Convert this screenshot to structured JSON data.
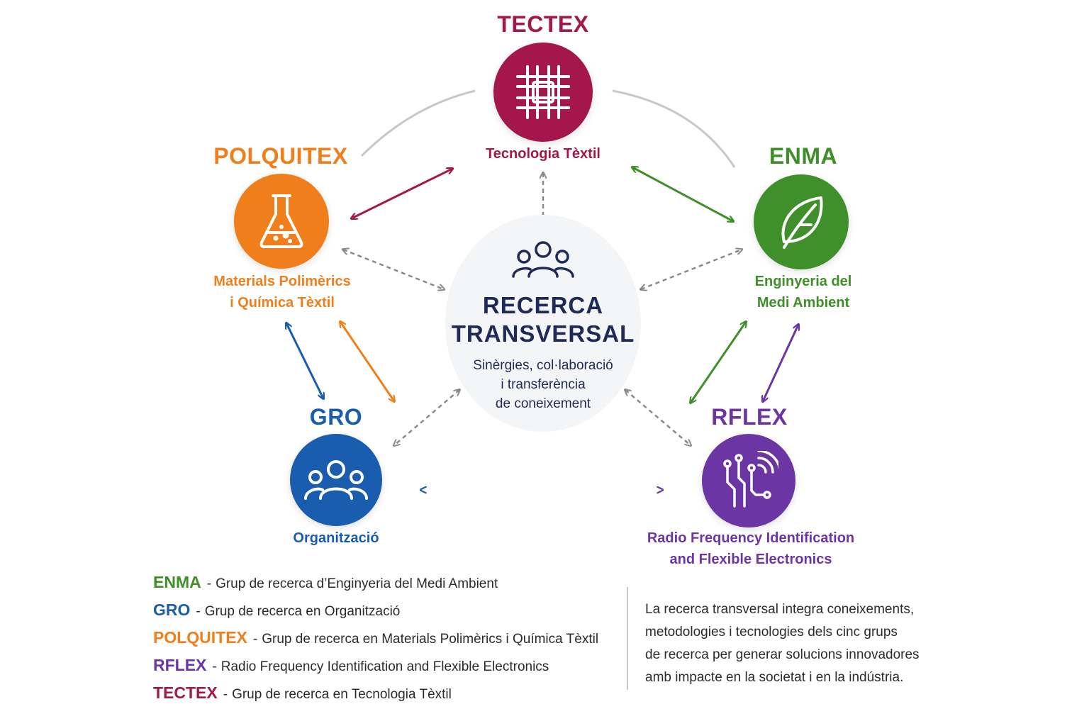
{
  "colors": {
    "tectex": "#a3174a",
    "polquitex": "#f07f1b",
    "enma": "#3f8f2a",
    "gro": "#1a5cad",
    "rflex": "#6b35a3",
    "center_text": "#1f2a56",
    "dashed_connector": "#8a8a8a",
    "arc": "#c8c8c8"
  },
  "groups": {
    "tectex": {
      "code": "TECTEX",
      "subtitle": [
        "Tecnologia Tèxtil"
      ],
      "icon": "textile-weave-icon"
    },
    "polquitex": {
      "code": "POLQUITEX",
      "subtitle": [
        "Materials Polimèrics",
        "i Química Tèxtil"
      ],
      "icon": "flask-icon"
    },
    "enma": {
      "code": "ENMA",
      "subtitle": [
        "Enginyeria del",
        "Medi Ambient"
      ],
      "icon": "leaf-icon"
    },
    "gro": {
      "code": "GRO",
      "subtitle": [
        "Organització"
      ],
      "icon": "people-group-icon"
    },
    "rflex": {
      "code": "RFLEX",
      "subtitle": [
        "Radio Frequency Identification",
        "and Flexible Electronics"
      ],
      "icon": "rfid-circuit-icon"
    }
  },
  "center": {
    "icon": "people-group-icon",
    "title": [
      "RECERCA",
      "TRANSVERSAL"
    ],
    "subtitle": [
      "Sinèrgies, col·laboració",
      "i transferència",
      "de coneixement"
    ]
  },
  "legend": [
    {
      "code": "ENMA",
      "desc": "Grup de recerca d’Enginyeria del Medi Ambient",
      "color_key": "enma"
    },
    {
      "code": "GRO",
      "desc": "Grup de recerca en Organització",
      "color_key": "gro"
    },
    {
      "code": "POLQUITEX",
      "desc": "Grup de recerca en Materials Polimèrics i Química Tèxtil",
      "color_key": "polquitex"
    },
    {
      "code": "RFLEX",
      "desc": "Radio Frequency Identification and Flexible Electronics",
      "color_key": "rflex"
    },
    {
      "code": "TECTEX",
      "desc": "Grup de recerca en Tecnologia Tèxtil",
      "color_key": "tectex"
    }
  ],
  "legend_separator": "-",
  "summary": [
    "La recerca transversal integra coneixements,",
    "metodologies i tecnologies dels cinc grups",
    "de recerca per generar solucions innovadores",
    "amb impacte en la societat i en la indústria."
  ]
}
